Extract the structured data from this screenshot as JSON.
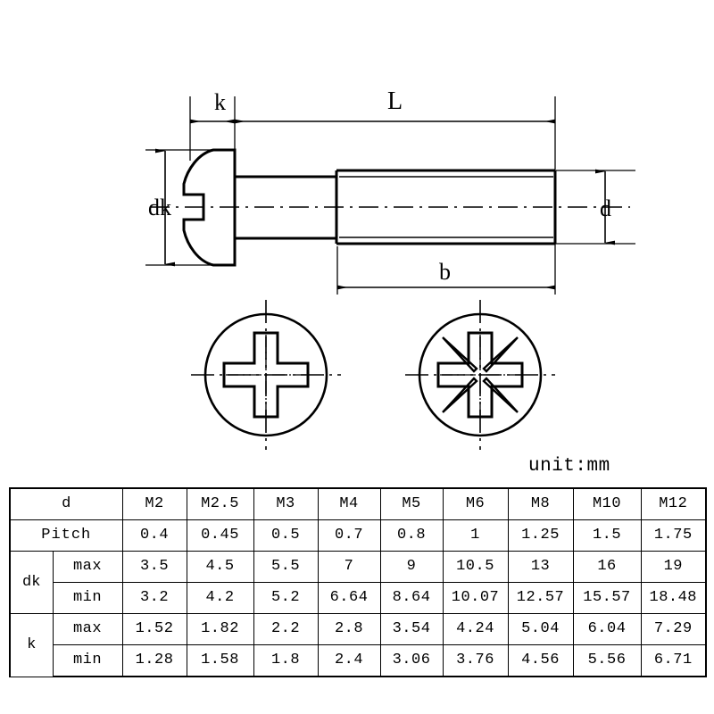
{
  "drawing": {
    "title": "pan head machine screw dimensioned drawing",
    "unit_note": "unit:mm",
    "dimension_labels": {
      "k": "k",
      "L": "L",
      "dk": "dk",
      "d": "d",
      "b": "b"
    },
    "views": {
      "side_view": "side-elevation-of-pan-head-screw",
      "head_view_phillips": "phillips-cross-recess-head-top-view",
      "head_view_pozidriv": "pozidriv-cross-recess-head-top-view"
    },
    "line_color": "#000000",
    "background_color": "#ffffff"
  },
  "table": {
    "columns": [
      "M2",
      "M2.5",
      "M3",
      "M4",
      "M5",
      "M6",
      "M8",
      "M10",
      "M12"
    ],
    "header_label": "d",
    "rows": [
      {
        "label": "Pitch",
        "sublabel": "",
        "values": [
          "0.4",
          "0.45",
          "0.5",
          "0.7",
          "0.8",
          "1",
          "1.25",
          "1.5",
          "1.75"
        ]
      },
      {
        "label": "dk",
        "sublabel": "max",
        "values": [
          "3.5",
          "4.5",
          "5.5",
          "7",
          "9",
          "10.5",
          "13",
          "16",
          "19"
        ]
      },
      {
        "label": "dk",
        "sublabel": "min",
        "values": [
          "3.2",
          "4.2",
          "5.2",
          "6.64",
          "8.64",
          "10.07",
          "12.57",
          "15.57",
          "18.48"
        ]
      },
      {
        "label": "k",
        "sublabel": "max",
        "values": [
          "1.52",
          "1.82",
          "2.2",
          "2.8",
          "3.54",
          "4.24",
          "5.04",
          "6.04",
          "7.29"
        ]
      },
      {
        "label": "k",
        "sublabel": "min",
        "values": [
          "1.28",
          "1.58",
          "1.8",
          "2.4",
          "3.06",
          "3.76",
          "4.56",
          "5.56",
          "6.71"
        ]
      }
    ],
    "group_labels": {
      "dk": "dk",
      "k": "k"
    },
    "minmax_labels": {
      "max": "max",
      "min": "min"
    }
  }
}
